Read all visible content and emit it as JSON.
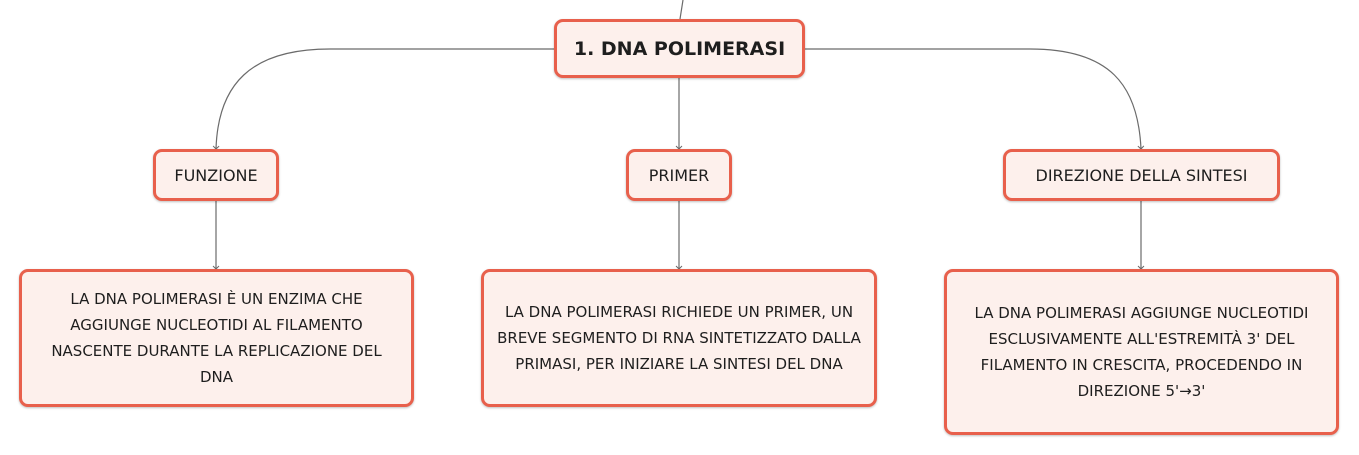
{
  "map": {
    "root": {
      "label": "1. DNA POLIMERASI"
    },
    "topics": [
      {
        "label": "FUNZIONE",
        "description": "LA DNA POLIMERASI È UN ENZIMA CHE AGGIUNGE NUCLEOTIDI AL FILAMENTO NASCENTE DURANTE LA REPLICAZIONE DEL DNA"
      },
      {
        "label": "PRIMER",
        "description": "LA DNA POLIMERASI RICHIEDE UN PRIMER, UN BREVE SEGMENTO DI RNA SINTETIZZATO DALLA PRIMASI, PER INIZIARE LA SINTESI DEL DNA"
      },
      {
        "label": "DIREZIONE DELLA SINTESI",
        "description": "LA DNA POLIMERASI AGGIUNGE NUCLEOTIDI ESCLUSIVAMENTE ALL'ESTREMITÀ 3' DEL FILAMENTO IN CRESCITA, PROCEDENDO IN DIREZIONE 5'→3'"
      }
    ]
  },
  "colors": {
    "node_border": "#e8604c",
    "node_fill": "#fdf0ec",
    "connector": "#6b6b6b",
    "text": "#1e1e1e"
  }
}
